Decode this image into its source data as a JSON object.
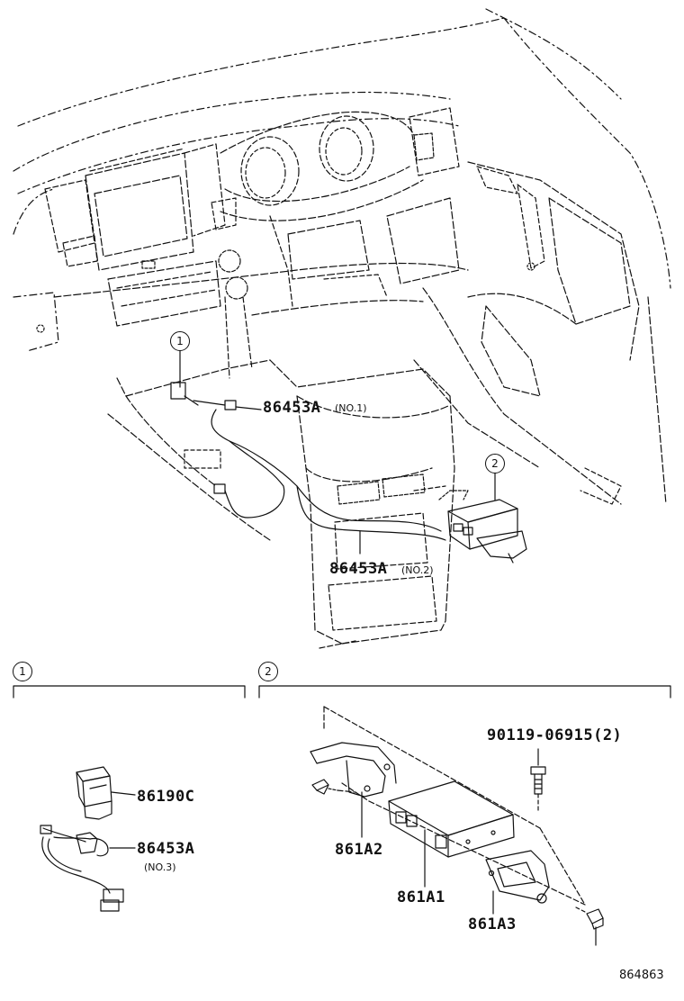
{
  "callouts": {
    "one": "1",
    "two": "2"
  },
  "overview": {
    "part_86453a_no1": "86453A",
    "note_no1": "(NO.1)",
    "part_86453a_no2": "86453A",
    "note_no2": "(NO.2)"
  },
  "section_one": {
    "callout": "1",
    "part_86190c": "86190C",
    "part_86453a": "86453A",
    "note_no3": "(NO.3)"
  },
  "section_two": {
    "callout": "2",
    "part_bolt": "90119-06915(2)",
    "part_861a2": "861A2",
    "part_861a1": "861A1",
    "part_861a3": "861A3"
  },
  "illustration_code": "864863",
  "colors": {
    "ink": "#111111",
    "paper": "#ffffff"
  }
}
